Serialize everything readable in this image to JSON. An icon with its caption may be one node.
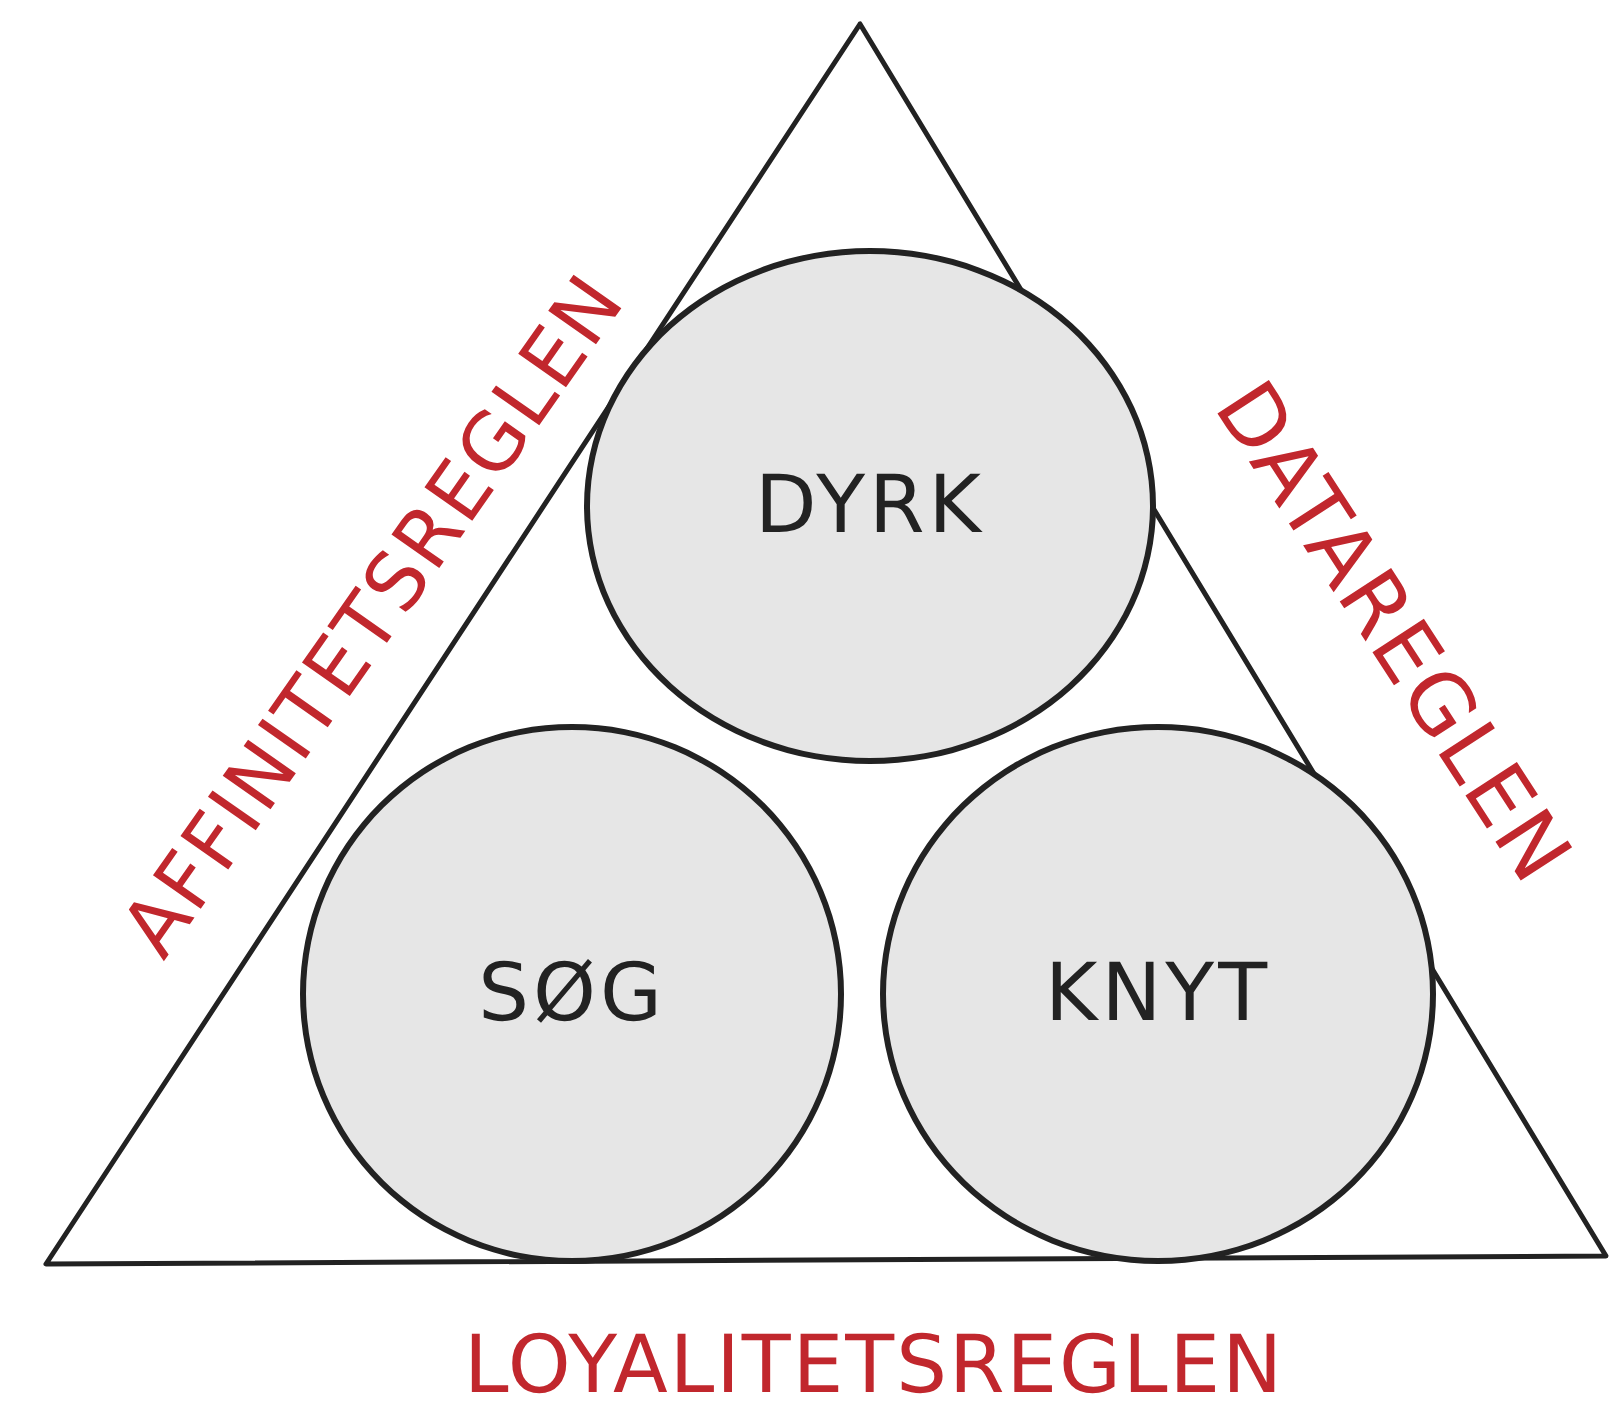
{
  "diagram": {
    "nodes": [
      {
        "text": [],
        "shape": "triangle",
        "beside": [
          "AFFINITETSREGLEN",
          "DATAREGLEN",
          "LOYALITETSREGLEN"
        ]
      },
      {
        "text": [
          "DYRK"
        ],
        "in": 0
      },
      {
        "text": [
          "SØG"
        ],
        "in": 0
      },
      {
        "text": [
          "KNYT"
        ],
        "in": 0
      }
    ]
  }
}
